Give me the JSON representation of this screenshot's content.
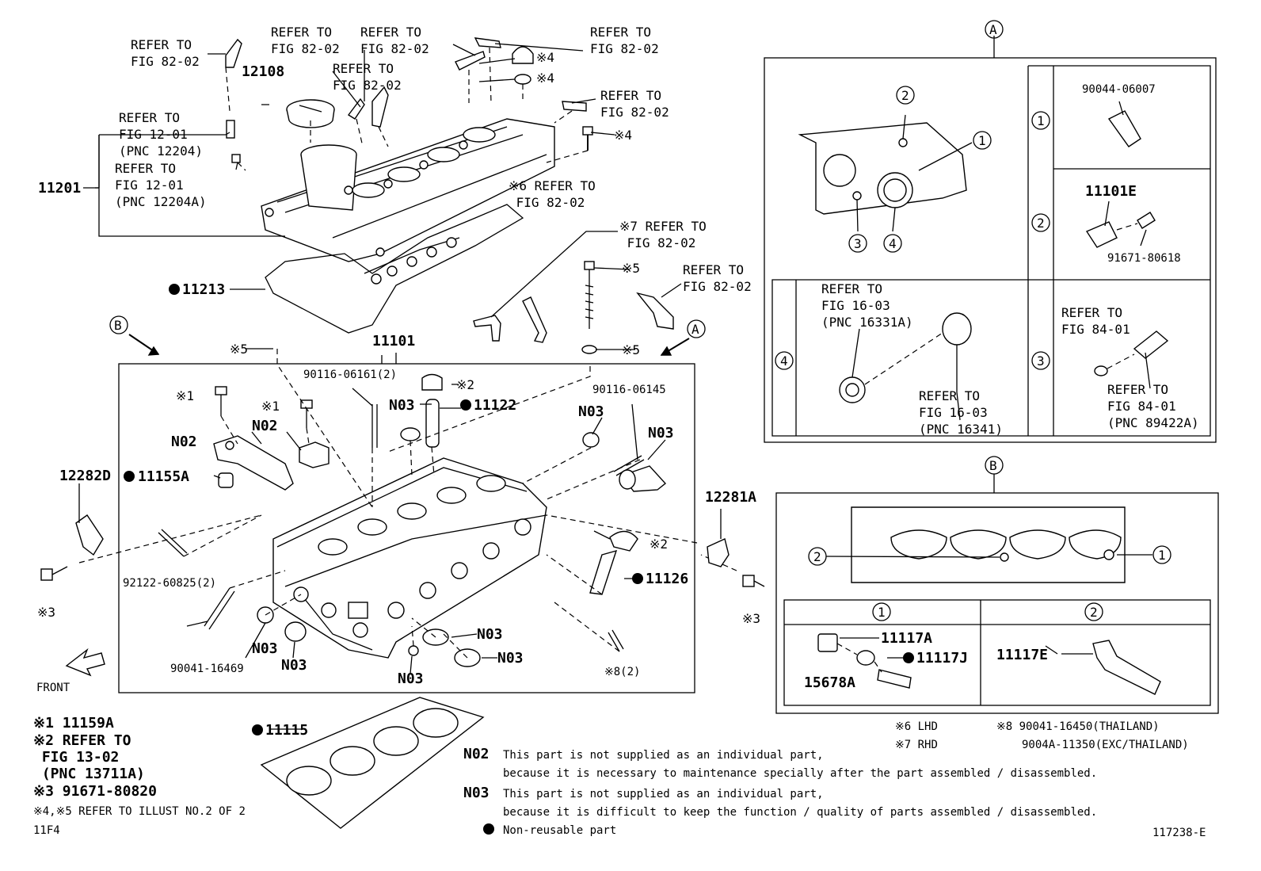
{
  "labels": {
    "refer_fig_82_02": "REFER TO\nFIG 82-02",
    "refer_fig_12_01_a": "REFER TO\nFIG 12-01\n(PNC 12204)",
    "refer_fig_12_01_b": "REFER TO\nFIG 12-01\n(PNC 12204A)",
    "refer_fig_16_03_a": "REFER TO\nFIG 16-03\n(PNC 16331A)",
    "refer_fig_16_03_b": "REFER TO\nFIG 16-03\n(PNC 16341)",
    "refer_fig_84_01_a": "REFER TO\nFIG 84-01",
    "refer_fig_84_01_b": "REFER TO\nFIG 84-01\n(PNC 89422A)",
    "mark4": "※4",
    "mark5": "※5",
    "mark1": "※1",
    "mark2": "※2",
    "mark3": "※3",
    "mark6_refer": "※6 REFER TO\n    FIG 82-02",
    "mark7_refer": "※7 REFER TO\n    FIG 82-02",
    "mark8_2": "※8(2)",
    "n02": "N02",
    "n03": "N03",
    "front": "FRONT",
    "callout_a": "A",
    "callout_b": "B",
    "c1": "1",
    "c2": "2",
    "c3": "3",
    "c4": "4"
  },
  "parts": {
    "p12108": "12108",
    "p11201": "11201",
    "p11213": "11213",
    "p11101": "11101",
    "p90116_06161": "90116-06161(2)",
    "p11122": "11122",
    "p90116_06145": "90116-06145",
    "p12282D": "12282D",
    "p11155A": "11155A",
    "p92122_60825": "92122-60825(2)",
    "p90041_16469": "90041-16469",
    "p12281A": "12281A",
    "p11126": "11126",
    "p11115": "11115",
    "p90044_06007": "90044-06007",
    "p11101E": "11101E",
    "p91671_80618": "91671-80618",
    "p11117A": "11117A",
    "p11117J": "11117J",
    "p15678A": "15678A",
    "p11117E": "11117E"
  },
  "legend": {
    "k1": "※1  11159A",
    "k2": "※2  REFER TO\n    FIG 13-02\n    (PNC 13711A)",
    "k3": "※3  91671-80820",
    "k45": "※4,※5 REFER TO ILLUST NO.2 OF 2",
    "code": "11F4",
    "lhd": "※6 LHD",
    "rhd": "※7 RHD",
    "k8a": "※8 90041-16450(THAILAND)",
    "k8b": "9004A-11350(EXC/THAILAND)",
    "figno": "117238-E"
  },
  "notes": {
    "n02_line1": "This part is not supplied as an individual part,",
    "n02_line2": "because it is necessary to maintenance specially after the part assembled / disassembled.",
    "n03_line1": "This part is not supplied as an individual part,",
    "n03_line2": "because it is difficult to keep the function / quality of parts assembled / disassembled.",
    "nonreusable": "Non-reusable part"
  }
}
